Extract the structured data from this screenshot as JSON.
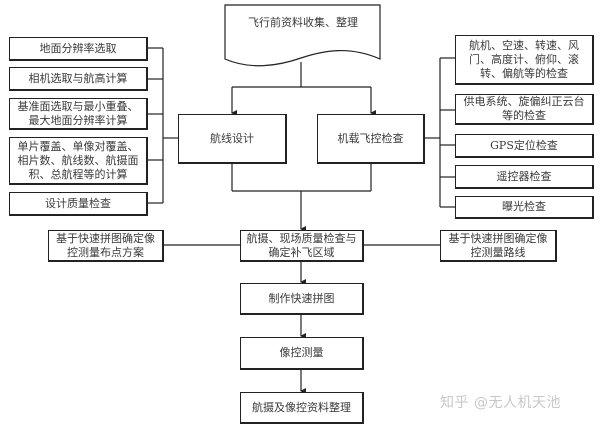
{
  "diagram": {
    "start": "飞行前资料收集、整理",
    "branches": {
      "route_design": "航线设计",
      "flight_control_check": "机载飞控检查"
    },
    "route_design_items": [
      "地面分辨率选取",
      "相机选取与航高计算",
      "基准面选取与最小重叠、最大地面分辨率计算",
      "单片覆盖、单像对覆盖、相片数、航线数、航摄面积、总航程等的计算",
      "设计质量检查"
    ],
    "flight_control_items": [
      "航机、空速、转速、风门、高度计、俯仰、滚转、偏航等的检查",
      "供电系统、旋偏纠正云台等的检查",
      "GPS定位检查",
      "遥控器检查",
      "曝光检查"
    ],
    "aerial_check": "航摄、现场质量检查与确定补飞区域",
    "left_side": "基于快速拼图确定像控测量布点方案",
    "right_side": "基于快速拼图确定像控测量路线",
    "steps": [
      "制作快速拼图",
      "像控测量",
      "航摄及像控资料整理"
    ]
  },
  "watermark": "知乎 @无人机天池",
  "colors": {
    "line": "#222222",
    "text": "#3a3a3a",
    "watermark": "#c8c8c8"
  }
}
